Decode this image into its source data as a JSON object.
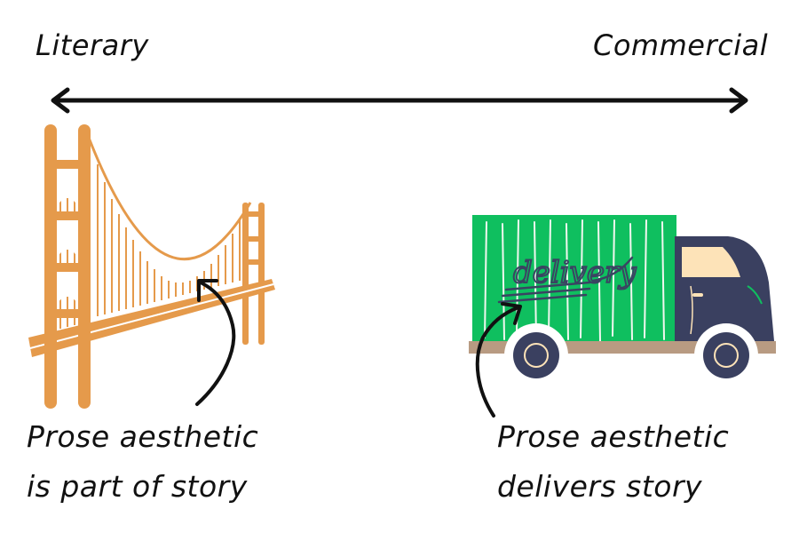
{
  "scale": {
    "left_label": "Literary",
    "right_label": "Commercial"
  },
  "left_panel": {
    "icon": "golden-gate-bridge-icon",
    "caption_line1": "Prose aesthetic",
    "caption_line2": "is part of story"
  },
  "right_panel": {
    "icon": "delivery-truck-icon",
    "truck_text": "delivery",
    "caption_line1": "Prose aesthetic",
    "caption_line2": "delivers story"
  },
  "colors": {
    "bridge": "#e59a4b",
    "truck_box": "#0fbf5f",
    "truck_cab": "#3a4060",
    "truck_window": "#fde3b8",
    "truck_base": "#b89b82",
    "arrow": "#111111"
  }
}
